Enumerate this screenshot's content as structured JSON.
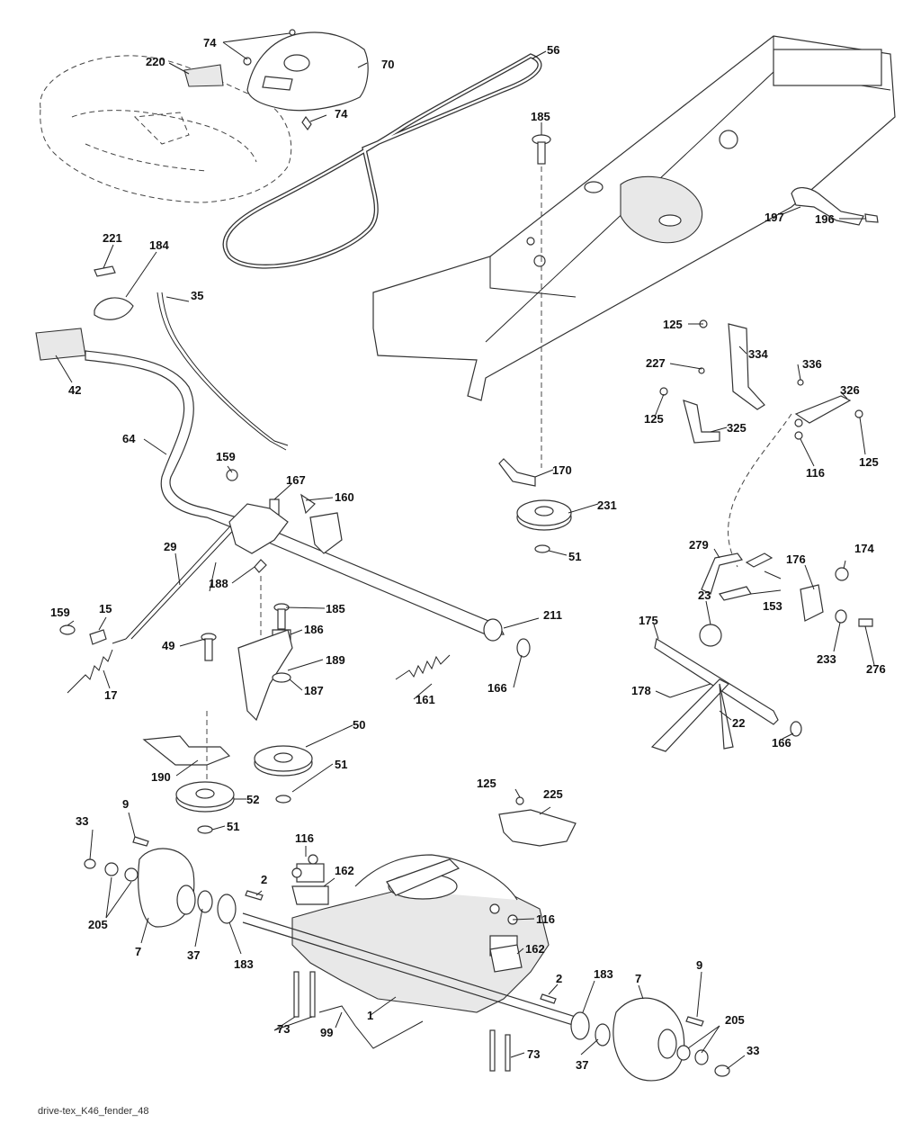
{
  "caption": "drive-tex_K46_fender_48",
  "callouts": [
    {
      "id": "74",
      "label": "74"
    },
    {
      "id": "220",
      "label": "220"
    },
    {
      "id": "70",
      "label": "70"
    },
    {
      "id": "74b",
      "label": "74"
    },
    {
      "id": "56",
      "label": "56"
    },
    {
      "id": "185",
      "label": "185"
    },
    {
      "id": "197",
      "label": "197"
    },
    {
      "id": "196",
      "label": "196"
    },
    {
      "id": "221",
      "label": "221"
    },
    {
      "id": "184",
      "label": "184"
    },
    {
      "id": "35",
      "label": "35"
    },
    {
      "id": "42",
      "label": "42"
    },
    {
      "id": "64",
      "label": "64"
    },
    {
      "id": "159",
      "label": "159"
    },
    {
      "id": "167",
      "label": "167"
    },
    {
      "id": "160",
      "label": "160"
    },
    {
      "id": "29",
      "label": "29"
    },
    {
      "id": "125",
      "label": "125"
    },
    {
      "id": "334",
      "label": "334"
    },
    {
      "id": "227",
      "label": "227"
    },
    {
      "id": "125b",
      "label": "125"
    },
    {
      "id": "325",
      "label": "325"
    },
    {
      "id": "336",
      "label": "336"
    },
    {
      "id": "326",
      "label": "326"
    },
    {
      "id": "116",
      "label": "116"
    },
    {
      "id": "125c",
      "label": "125"
    },
    {
      "id": "170",
      "label": "170"
    },
    {
      "id": "231",
      "label": "231"
    },
    {
      "id": "51",
      "label": "51"
    },
    {
      "id": "279",
      "label": "279"
    },
    {
      "id": "176",
      "label": "176"
    },
    {
      "id": "174",
      "label": "174"
    },
    {
      "id": "153",
      "label": "153"
    },
    {
      "id": "23",
      "label": "23"
    },
    {
      "id": "175",
      "label": "175"
    },
    {
      "id": "233",
      "label": "233"
    },
    {
      "id": "276",
      "label": "276"
    },
    {
      "id": "178",
      "label": "178"
    },
    {
      "id": "22",
      "label": "22"
    },
    {
      "id": "166",
      "label": "166"
    },
    {
      "id": "211",
      "label": "211"
    },
    {
      "id": "166b",
      "label": "166"
    },
    {
      "id": "188",
      "label": "188"
    },
    {
      "id": "185b",
      "label": "185"
    },
    {
      "id": "186",
      "label": "186"
    },
    {
      "id": "49",
      "label": "49"
    },
    {
      "id": "189",
      "label": "189"
    },
    {
      "id": "187",
      "label": "187"
    },
    {
      "id": "161",
      "label": "161"
    },
    {
      "id": "159b",
      "label": "159"
    },
    {
      "id": "15",
      "label": "15"
    },
    {
      "id": "17",
      "label": "17"
    },
    {
      "id": "50",
      "label": "50"
    },
    {
      "id": "51b",
      "label": "51"
    },
    {
      "id": "190",
      "label": "190"
    },
    {
      "id": "52",
      "label": "52"
    },
    {
      "id": "51c",
      "label": "51"
    },
    {
      "id": "125d",
      "label": "125"
    },
    {
      "id": "225",
      "label": "225"
    },
    {
      "id": "33",
      "label": "33"
    },
    {
      "id": "9",
      "label": "9"
    },
    {
      "id": "116b",
      "label": "116"
    },
    {
      "id": "162",
      "label": "162"
    },
    {
      "id": "2",
      "label": "2"
    },
    {
      "id": "205",
      "label": "205"
    },
    {
      "id": "7",
      "label": "7"
    },
    {
      "id": "37",
      "label": "37"
    },
    {
      "id": "183",
      "label": "183"
    },
    {
      "id": "116c",
      "label": "116"
    },
    {
      "id": "162b",
      "label": "162"
    },
    {
      "id": "2b",
      "label": "2"
    },
    {
      "id": "183b",
      "label": "183"
    },
    {
      "id": "7b",
      "label": "7"
    },
    {
      "id": "9b",
      "label": "9"
    },
    {
      "id": "1",
      "label": "1"
    },
    {
      "id": "73",
      "label": "73"
    },
    {
      "id": "99",
      "label": "99"
    },
    {
      "id": "205b",
      "label": "205"
    },
    {
      "id": "73b",
      "label": "73"
    },
    {
      "id": "37b",
      "label": "37"
    },
    {
      "id": "33b",
      "label": "33"
    }
  ]
}
